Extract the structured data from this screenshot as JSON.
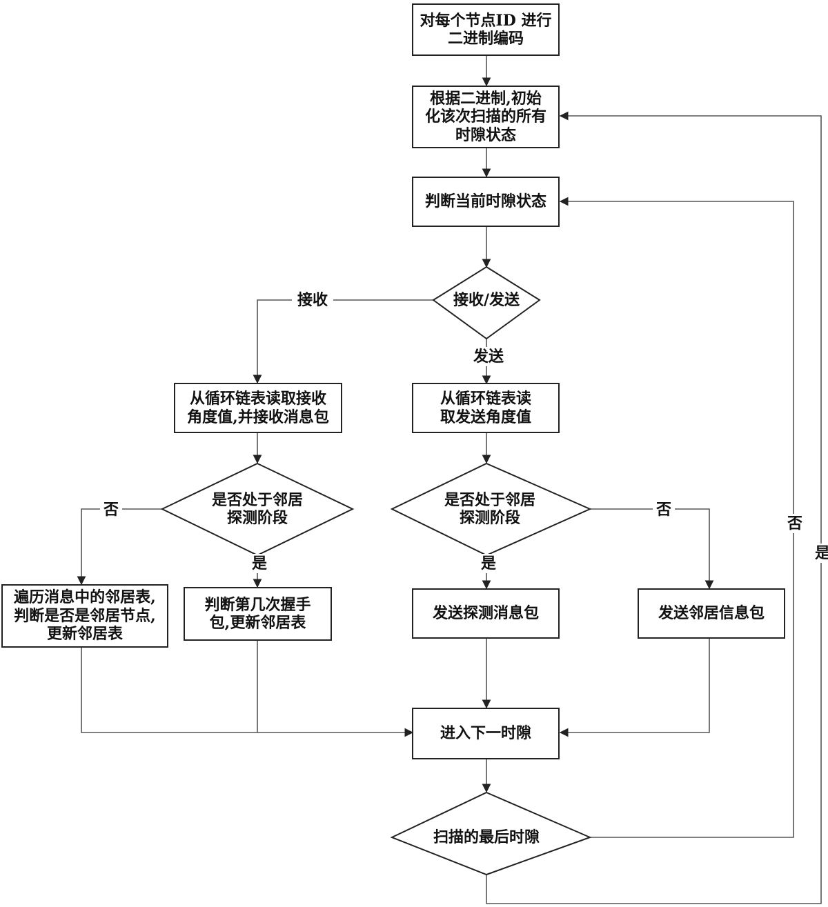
{
  "nodes": {
    "encode": "对每个节点ID 进行\n二进制编码",
    "init": "根据二进制,初始\n化该次扫描的所有\n时隙状态",
    "judge": "判断当前时隙状态",
    "rx_tx": "接收/发送",
    "rx_read": "从循环链表读取接收\n角度值,并接收消息包",
    "tx_read": "从循环链表读\n取发送角度值",
    "rx_phase": "是否处于邻居\n探测阶段",
    "tx_phase": "是否处于邻居\n探测阶段",
    "traverse": "遍历消息中的邻居表,\n判断是否是邻居节点,\n更新邻居表",
    "handshake": "判断第几次握手\n包,更新邻居表",
    "send_probe": "发送探测消息包",
    "send_neighbor": "发送邻居信息包",
    "next_slot": "进入下一时隙",
    "last_slot": "扫描的最后时隙"
  },
  "edge_labels": {
    "receive": "接收",
    "send": "发送",
    "rx_no": "否",
    "rx_yes": "是",
    "tx_yes": "是",
    "tx_no": "否",
    "loop_no": "否",
    "loop_yes": "是"
  }
}
